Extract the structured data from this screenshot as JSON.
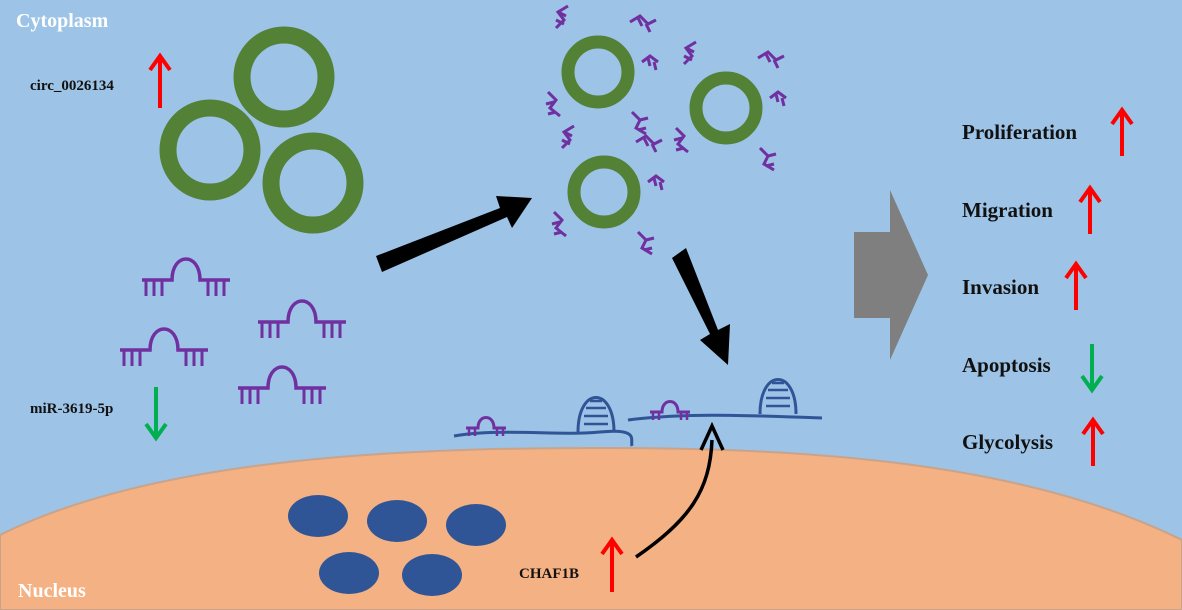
{
  "labels": {
    "cytoplasm": "Cytoplasm",
    "nucleus": "Nucleus",
    "circrna": "circ_0026134",
    "mirna": "miR-3619-5p",
    "gene": "CHAF1B"
  },
  "outcomes": [
    {
      "label": "Proliferation",
      "direction": "up"
    },
    {
      "label": "Migration",
      "direction": "up"
    },
    {
      "label": "Invasion",
      "direction": "up"
    },
    {
      "label": "Apoptosis",
      "direction": "down"
    },
    {
      "label": "Glycolysis",
      "direction": "up"
    }
  ],
  "colors": {
    "cytoplasm": "#9dc3e6",
    "nucleus": "#f4b183",
    "circ_ring": "#538135",
    "mirna": "#7030a0",
    "mrna": "#2f5597",
    "dna_blob": "#2f5597",
    "up_arrow": "#ff0000",
    "down_arrow": "#00b050",
    "flow_arrow": "#000000",
    "result_arrow": "#7f7f7f"
  }
}
